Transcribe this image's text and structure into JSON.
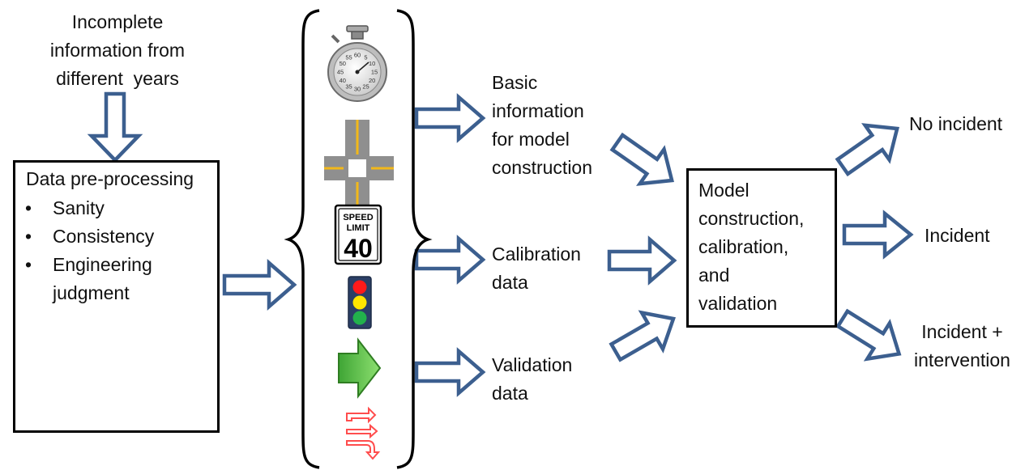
{
  "colors": {
    "arrow_stroke": "#3C5F8F",
    "arrow_fill": "#FFFFFF",
    "box_border": "#000000",
    "text": "#111111"
  },
  "input": {
    "lines": [
      "Incomplete",
      "information from",
      "different  years"
    ]
  },
  "preprocessing": {
    "title": "Data pre-processing",
    "bullets": [
      "Sanity",
      "Consistency",
      "Engineering judgment"
    ],
    "image_icon": "map-magnifier-icon"
  },
  "data_sources": {
    "icons": [
      "stopwatch-icon",
      "intersection-icon",
      "speed-limit-sign-icon",
      "traffic-light-icon",
      "green-arrow-icon",
      "turn-movement-icon"
    ],
    "stopwatch_numbers": [
      "60",
      "55",
      "5",
      "50",
      "10",
      "45",
      "15",
      "40",
      "20",
      "35",
      "25",
      "30"
    ],
    "speed_sign": {
      "line1": "SPEED",
      "line2": "LIMIT",
      "value": "40"
    }
  },
  "outputs": {
    "basic": {
      "lines": [
        "Basic",
        "information",
        "for model",
        "construction"
      ]
    },
    "calibration": {
      "lines": [
        "Calibration",
        "data"
      ]
    },
    "validation": {
      "lines": [
        "Validation",
        "data"
      ]
    }
  },
  "model": {
    "lines": [
      "Model",
      "construction,",
      "calibration,",
      "and",
      "validation"
    ]
  },
  "results": {
    "no_incident": "No incident",
    "incident": "Incident",
    "incident_intervention": [
      "Incident +",
      "intervention"
    ]
  }
}
